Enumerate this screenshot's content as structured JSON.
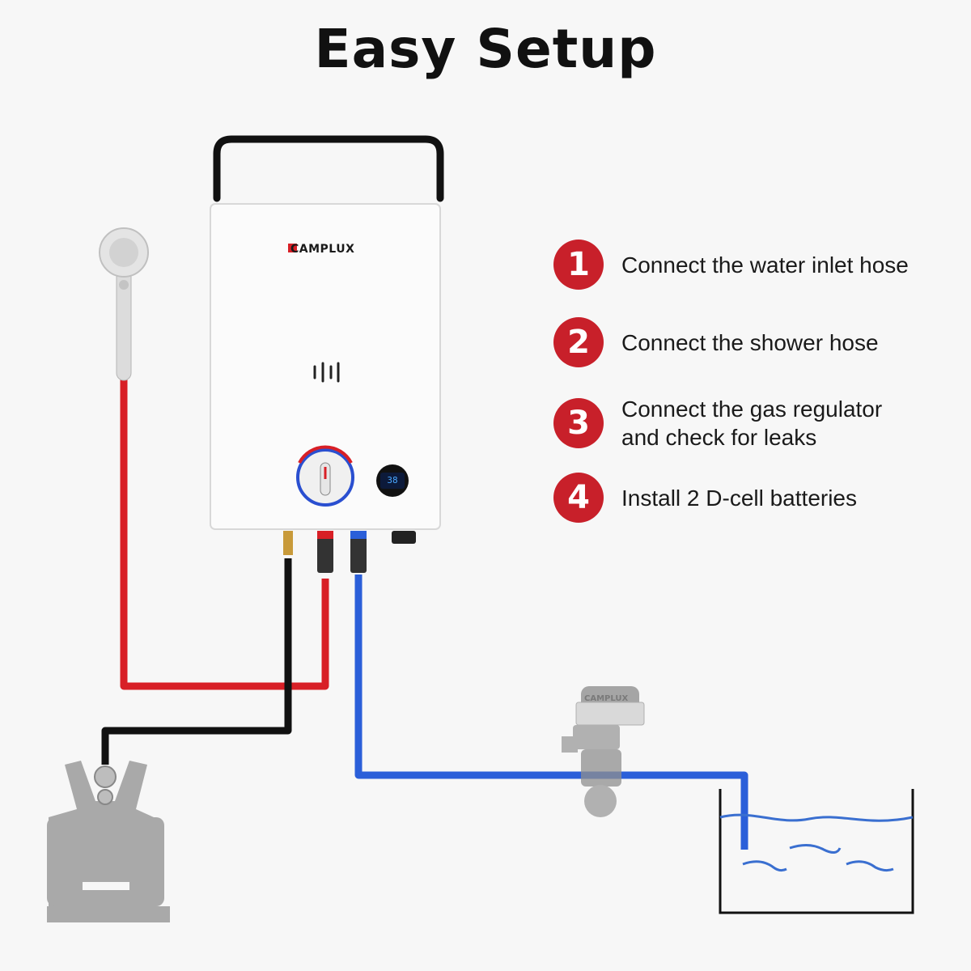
{
  "title": "Easy Setup",
  "brand": "CAMPLUX",
  "display_reading": "38",
  "steps": [
    {
      "number": "1",
      "text": "Connect the water inlet hose"
    },
    {
      "number": "2",
      "text": "Connect the shower hose"
    },
    {
      "number": "3",
      "text": "Connect the gas regulator\nand check for leaks"
    },
    {
      "number": "4",
      "text": "Install 2 D-cell batteries"
    }
  ],
  "colors": {
    "hot_hose": "#d81f26",
    "cold_hose": "#2b5fd9",
    "gas_hose": "#111111",
    "step_badge": "#c8202a",
    "water": "#3a6fd0"
  },
  "icons": [
    "shower-head-icon",
    "water-heater-icon",
    "gas-tank-icon",
    "water-pump-icon",
    "water-container-icon"
  ]
}
